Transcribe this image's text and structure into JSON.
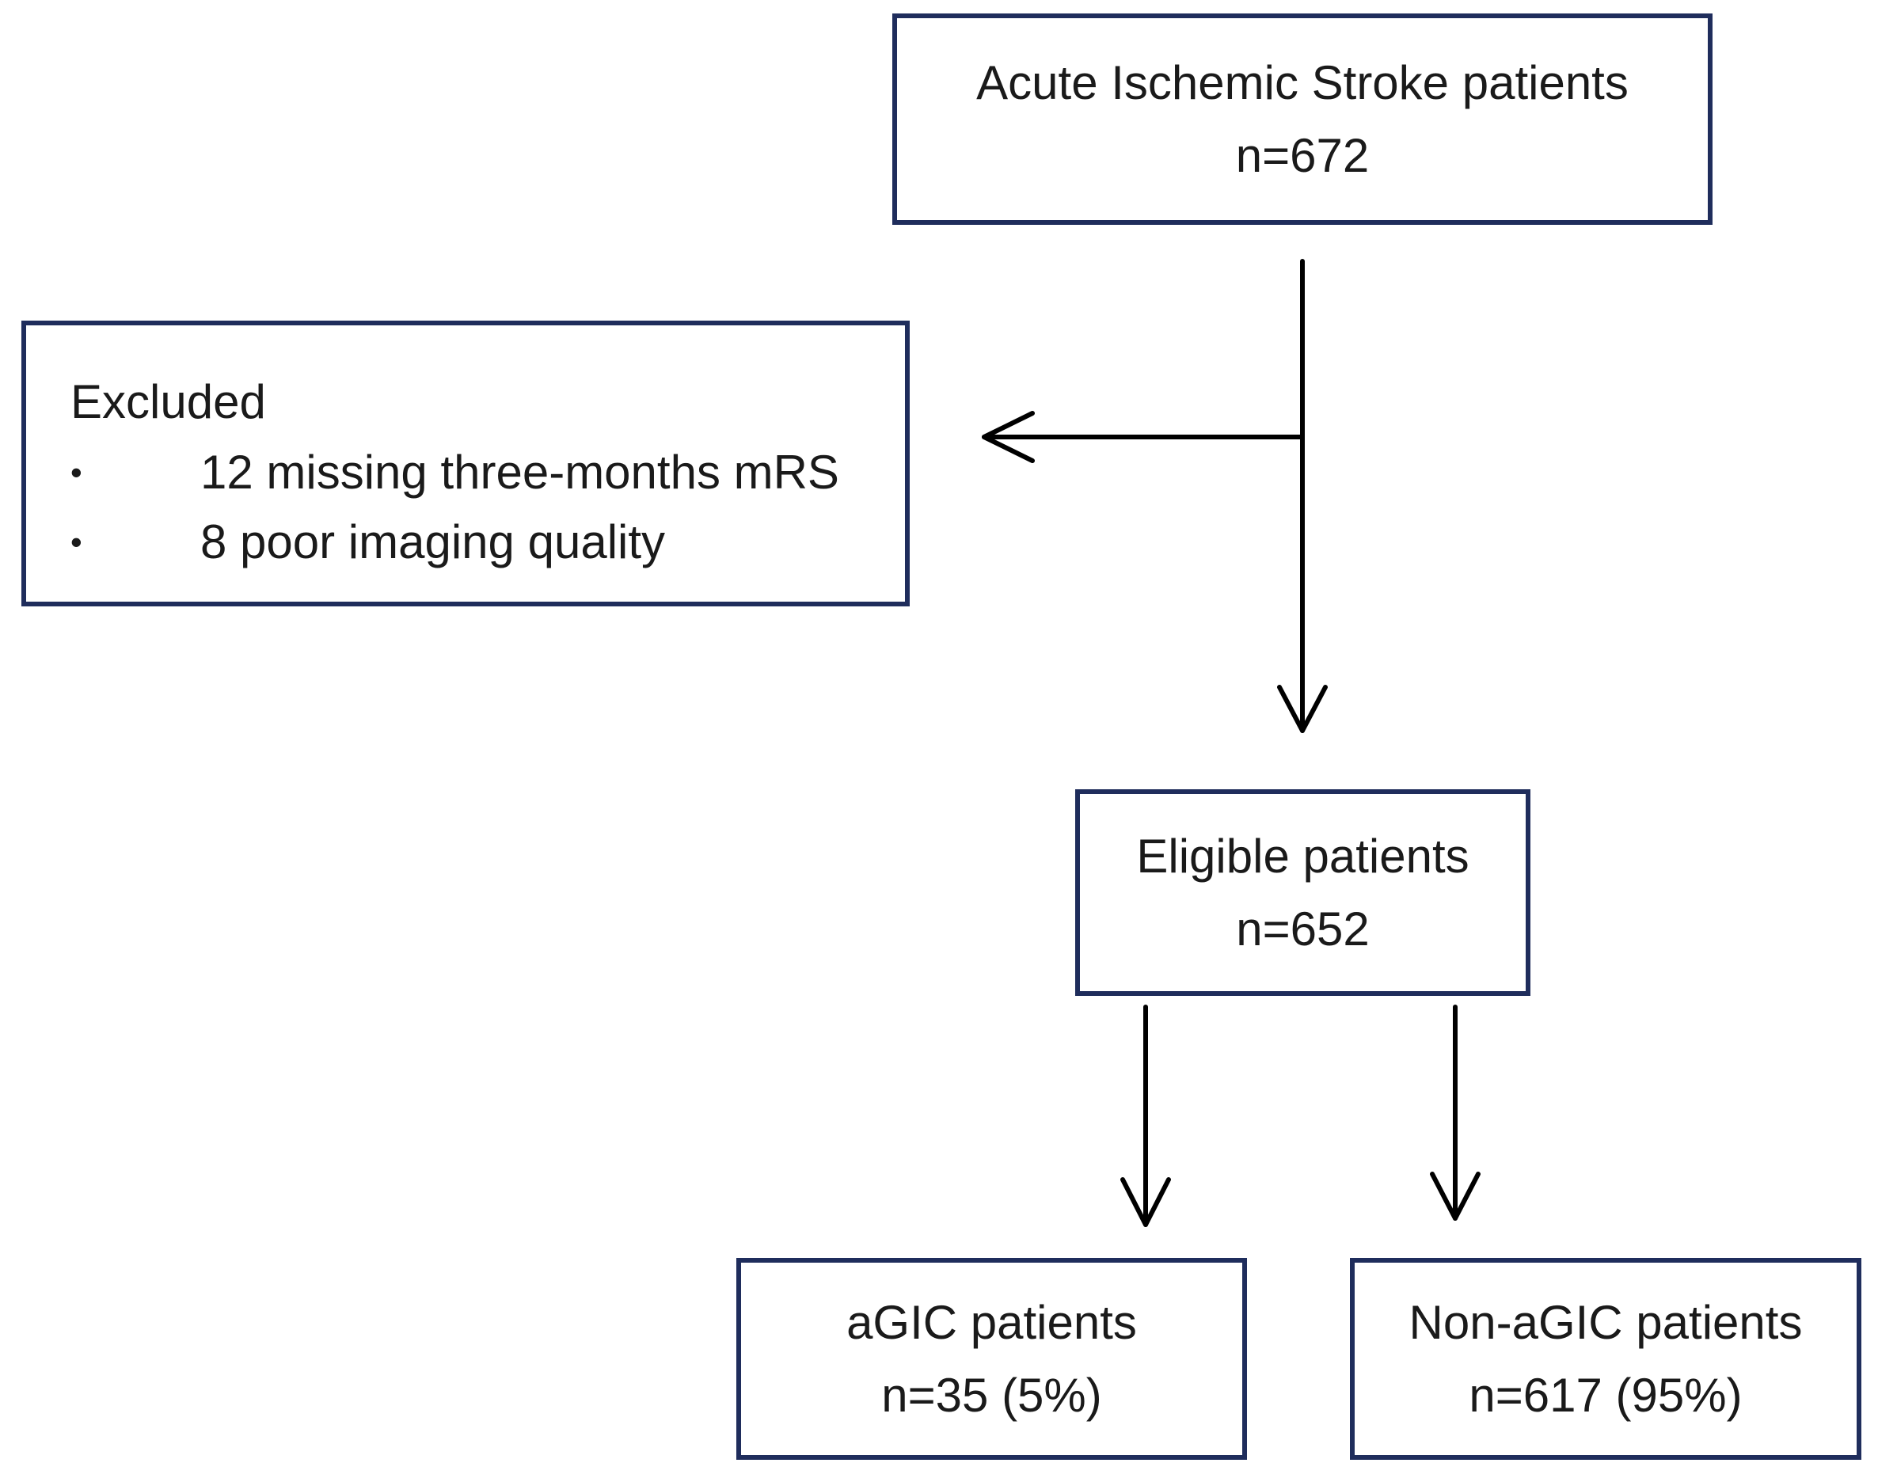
{
  "flowchart": {
    "ais": {
      "title": "Acute Ischemic Stroke patients",
      "count": "n=672"
    },
    "excluded": {
      "title": "Excluded",
      "items": [
        {
          "bullet": "•",
          "text": "12 missing three-months mRS"
        },
        {
          "bullet": "•",
          "text": "8 poor imaging quality"
        }
      ]
    },
    "eligible": {
      "title": "Eligible patients",
      "count": "n=652"
    },
    "agic": {
      "title": "aGIC patients",
      "count": "n=35 (5%)"
    },
    "nonagic": {
      "title": "Non-aGIC patients",
      "count": "n=617 (95%)"
    }
  },
  "colors": {
    "box_border": "#1f2d5c",
    "arrow": "#000000",
    "text": "#1a1a1a",
    "background": "#ffffff"
  }
}
